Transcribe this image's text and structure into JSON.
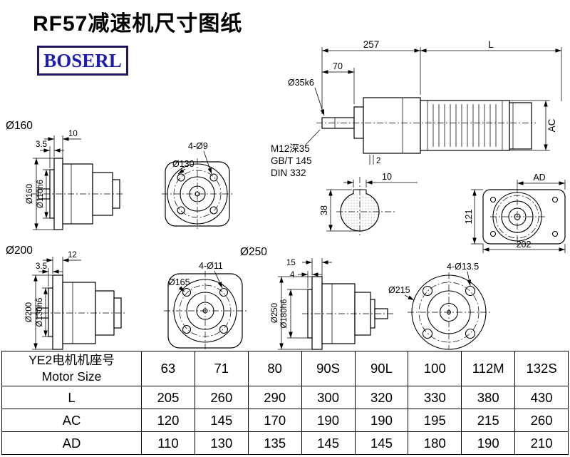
{
  "page": {
    "title": "RF57减速机尺寸图纸",
    "logo": "BOSERL"
  },
  "drawings": {
    "main_view": {
      "dim_257": "257",
      "dim_L": "L",
      "dim_70": "70",
      "shaft_dia": "Ø35k6",
      "dim_AC": "AC",
      "dim_2": "2",
      "note_tap": "M12深35",
      "note_gb": "GB/T 145",
      "note_din": "DIN 332"
    },
    "key_section": {
      "dim_width": "10",
      "dim_height": "38"
    },
    "ad_view": {
      "dim_AD": "AD",
      "dim_121": "121",
      "dim_202": "202"
    },
    "view_160": {
      "label": "Ø160",
      "dim_10": "10",
      "dim_3_5": "3.5",
      "dim_d160": "Ø160",
      "dim_d110": "Ø110h6"
    },
    "flange_130": {
      "dim_d130": "Ø130",
      "dim_holes": "4-Ø9"
    },
    "view_200": {
      "label": "Ø200",
      "dim_12": "12",
      "dim_3_5": "3.5",
      "dim_d200": "Ø200",
      "dim_d130": "Ø130h6"
    },
    "flange_165": {
      "dim_d165": "Ø165",
      "dim_holes": "4-Ø11"
    },
    "view_250": {
      "label": "Ø250",
      "dim_15": "15",
      "dim_4": "4",
      "dim_d250": "Ø250",
      "dim_d180": "Ø180h6"
    },
    "flange_215": {
      "dim_d215": "Ø215",
      "dim_holes": "4-Ø13.5"
    }
  },
  "table": {
    "header_line1": "YE2电机机座号",
    "header_line2": "Motor Size",
    "sizes": [
      "63",
      "71",
      "80",
      "90S",
      "90L",
      "100",
      "112M",
      "132S"
    ],
    "rows": [
      {
        "label": "L",
        "values": [
          "205",
          "260",
          "290",
          "300",
          "320",
          "330",
          "380",
          "430"
        ]
      },
      {
        "label": "AC",
        "values": [
          "120",
          "145",
          "170",
          "190",
          "190",
          "195",
          "215",
          "260"
        ]
      },
      {
        "label": "AD",
        "values": [
          "110",
          "130",
          "135",
          "145",
          "145",
          "180",
          "190",
          "210"
        ]
      }
    ]
  }
}
